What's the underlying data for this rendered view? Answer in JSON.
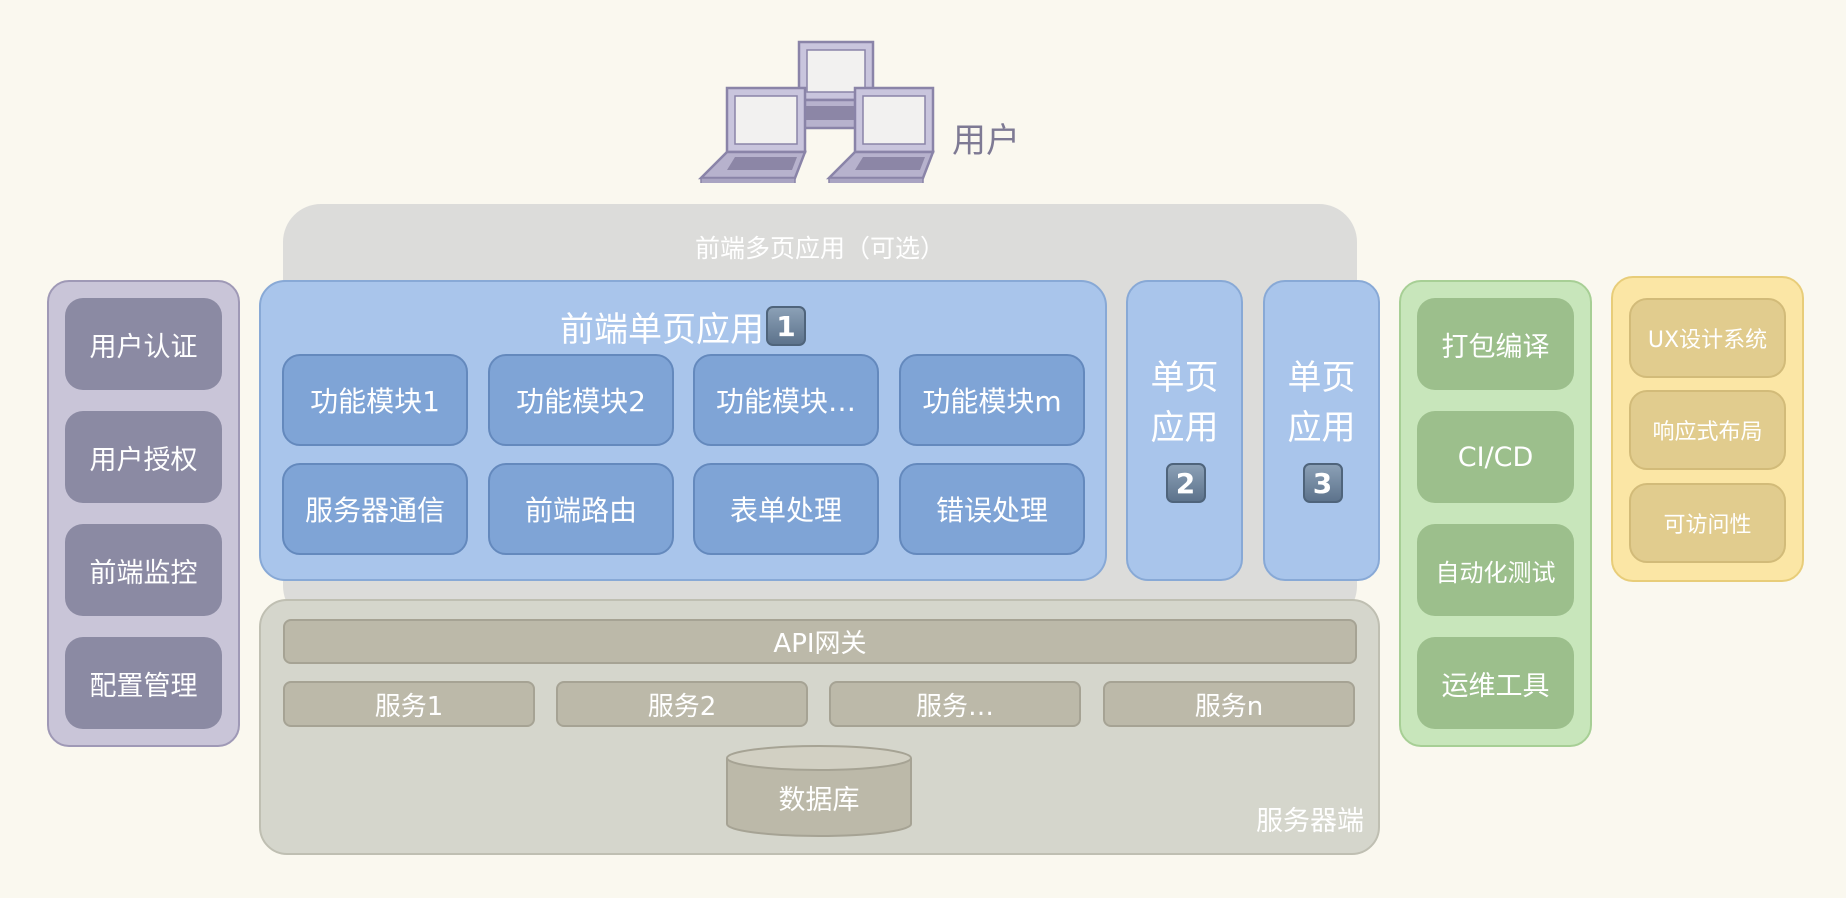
{
  "user": {
    "label": "用户"
  },
  "left_panel": {
    "items": [
      "用户认证",
      "用户授权",
      "前端监控",
      "配置管理"
    ]
  },
  "frontend": {
    "multi_page_label": "前端多页应用（可选）",
    "main_spa": {
      "title": "前端单页应用",
      "badge": "1",
      "modules": [
        "功能模块1",
        "功能模块2",
        "功能模块…",
        "功能模块m",
        "服务器通信",
        "前端路由",
        "表单处理",
        "错误处理"
      ]
    },
    "spa2": {
      "line1": "单页",
      "line2": "应用",
      "badge": "2"
    },
    "spa3": {
      "line1": "单页",
      "line2": "应用",
      "badge": "3"
    }
  },
  "server": {
    "gateway": "API网关",
    "services": [
      "服务1",
      "服务2",
      "服务…",
      "服务n"
    ],
    "database": "数据库",
    "label": "服务器端"
  },
  "ops_panel": {
    "items": [
      "打包编译",
      "CI/CD",
      "自动化测试",
      "运维工具"
    ]
  },
  "ux_panel": {
    "items": [
      "UX设计系统",
      "响应式布局",
      "可访问性"
    ]
  },
  "colors": {
    "background": "#faf8ef",
    "left_panel": "#c9c5d8",
    "left_tile": "#8b8aa3",
    "spa": "#a9c5eb",
    "module": "#7fa4d6",
    "server": "#d5d6cc",
    "server_bar": "#bcb9a9",
    "ops_panel": "#c8e6bb",
    "ops_tile": "#9cbf8c",
    "ux_panel": "#fbe6a5",
    "ux_tile": "#e1cc8e"
  }
}
